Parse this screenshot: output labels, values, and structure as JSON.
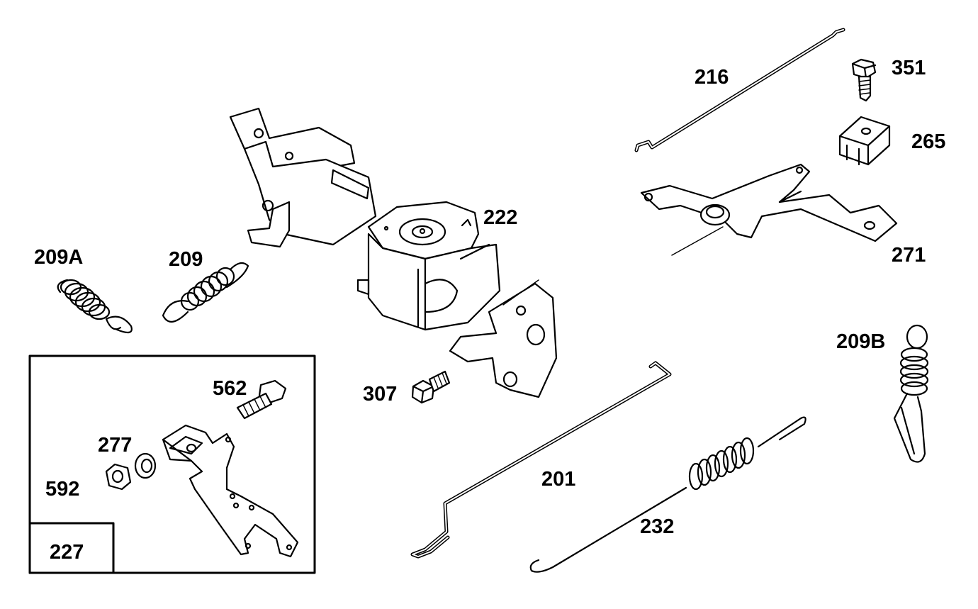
{
  "labels": {
    "l216": "216",
    "l351": "351",
    "l265": "265",
    "l271": "271",
    "l222": "222",
    "l209A": "209A",
    "l209": "209",
    "l307": "307",
    "l209B": "209B",
    "l562": "562",
    "l277": "277",
    "l592": "592",
    "l227": "227",
    "l201": "201",
    "l232": "232"
  }
}
